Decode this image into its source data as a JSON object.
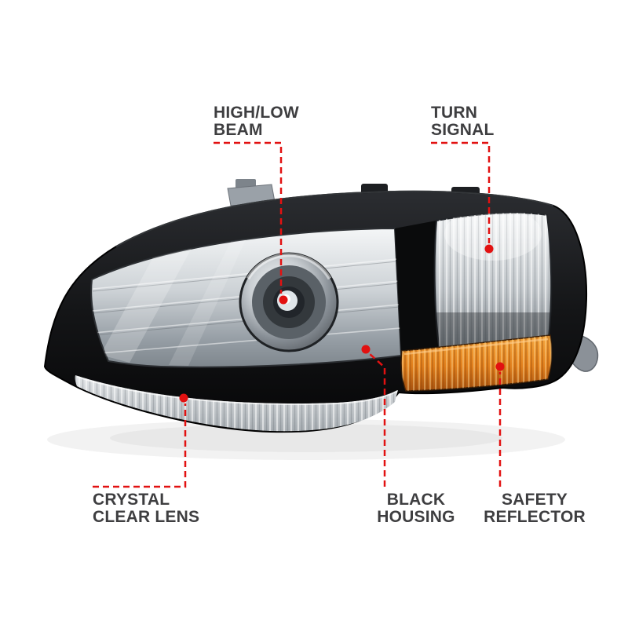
{
  "figure": {
    "background_color": "#ffffff",
    "accent_color": "#e21111",
    "label_color": "#3e3e40",
    "amber_color": "#e07818",
    "housing_color": "#0a0a0b"
  },
  "callouts": {
    "high_low_beam": {
      "line1": "HIGH/LOW",
      "line2": "BEAM"
    },
    "turn_signal": {
      "line1": "TURN",
      "line2": "SIGNAL"
    },
    "crystal_clear_lens": {
      "line1": "CRYSTAL",
      "line2": "CLEAR LENS"
    },
    "black_housing": {
      "line1": "BLACK",
      "line2": "HOUSING"
    },
    "safety_reflector": {
      "line1": "SAFETY",
      "line2": "REFLECTOR"
    }
  }
}
